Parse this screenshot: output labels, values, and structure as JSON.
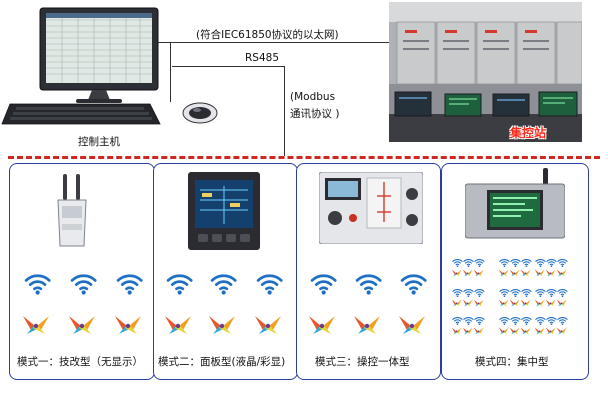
{
  "host": {
    "label": "控制主机"
  },
  "links": {
    "ethernet": "(符合IEC61850协议的以太网)",
    "rs485": "RS485",
    "modbus_line1": "(Modbus",
    "modbus_line2": "通讯协议 )"
  },
  "station": {
    "label": "集控站"
  },
  "modes": [
    {
      "label": "模式一：技改型（无显示）",
      "device": "handheld-transmitter"
    },
    {
      "label": "模式二：面板型(液晶/彩显)",
      "device": "panel-display"
    },
    {
      "label": "模式三：操控一体型",
      "device": "integrated-controller"
    },
    {
      "label": "模式四：集中型",
      "device": "concentrator-display"
    }
  ],
  "colors": {
    "panel_border": "#2a3ea0",
    "divider": "#d0281e",
    "wireless": "#1f6fc4",
    "station_label": "#ff2a1a"
  }
}
